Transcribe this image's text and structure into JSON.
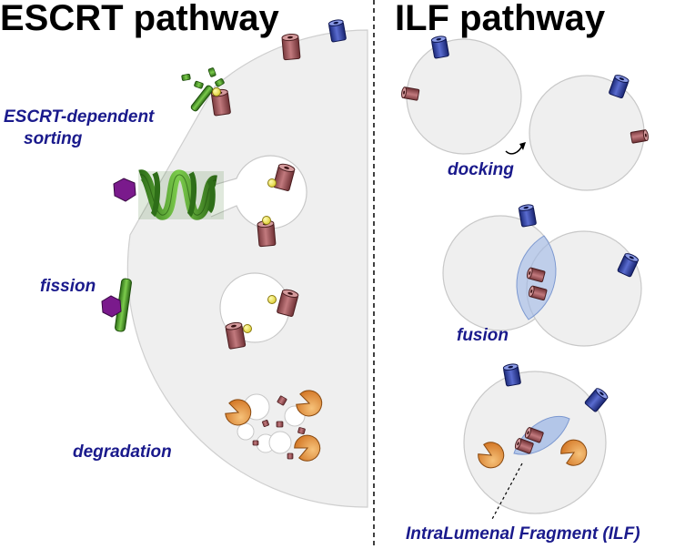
{
  "left_panel": {
    "title": "ESCRT pathway",
    "labels": {
      "sorting_line1": "ESCRT-dependent",
      "sorting_line2": "sorting",
      "fission": "fission",
      "degradation": "degradation"
    }
  },
  "right_panel": {
    "title": "ILF pathway",
    "labels": {
      "docking": "docking",
      "fusion": "fusion",
      "ilf": "IntraLumenal Fragment (ILF)"
    }
  },
  "colors": {
    "membrane_fill": "#efefef",
    "membrane_stroke": "#c8c8c8",
    "cargo_red": "#a8585c",
    "cargo_blue": "#3548a8",
    "escrt_green": "#4a9a2a",
    "ubiquitin_yellow": "#f2e84a",
    "hexagon_purple": "#7a1a8c",
    "hydrolase_orange": "#e08c30",
    "ilf_blue": "#9fb8e6",
    "label_navy": "#1a1a8c"
  }
}
